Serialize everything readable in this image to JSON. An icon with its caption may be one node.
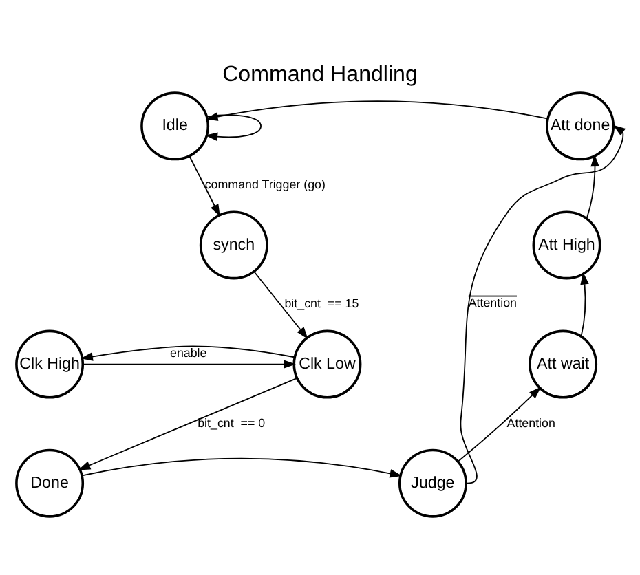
{
  "diagram": {
    "title": "Command Handling",
    "nodes": [
      {
        "text": [
          "Idle"
        ]
      },
      {
        "text": [
          "synch"
        ]
      },
      {
        "text": [
          "Clk High"
        ]
      },
      {
        "text": [
          "Clk Low"
        ]
      },
      {
        "text": [
          "Done"
        ]
      },
      {
        "text": [
          "Judge"
        ]
      },
      {
        "text": [
          "Att wait"
        ]
      },
      {
        "text": [
          "Att High"
        ]
      },
      {
        "text": [
          "Att done"
        ]
      }
    ],
    "edges": [
      {
        "from": 0,
        "to": 0,
        "arrow": "to"
      },
      {
        "from": 0,
        "to": 1,
        "arrow": "to",
        "label": "command Trigger (go)"
      },
      {
        "from": 1,
        "to": 3,
        "arrow": "to",
        "label": "bit_cnt  == 15"
      },
      {
        "from": 3,
        "to": 2,
        "arrow": "to"
      },
      {
        "from": 2,
        "to": 3,
        "arrow": "to",
        "label": "enable"
      },
      {
        "from": 3,
        "to": 4,
        "arrow": "to",
        "label": "bit_cnt  == 0"
      },
      {
        "from": 4,
        "to": 5,
        "arrow": "to"
      },
      {
        "from": 5,
        "to": 6,
        "arrow": "to",
        "label": "Attention"
      },
      {
        "from": 6,
        "to": 7,
        "arrow": "to"
      },
      {
        "from": 7,
        "to": 8,
        "arrow": "to"
      },
      {
        "from": 5,
        "to": 8,
        "arrow": "to",
        "label": "Attention"
      },
      {
        "from": 8,
        "to": 0,
        "arrow": "to"
      }
    ]
  }
}
